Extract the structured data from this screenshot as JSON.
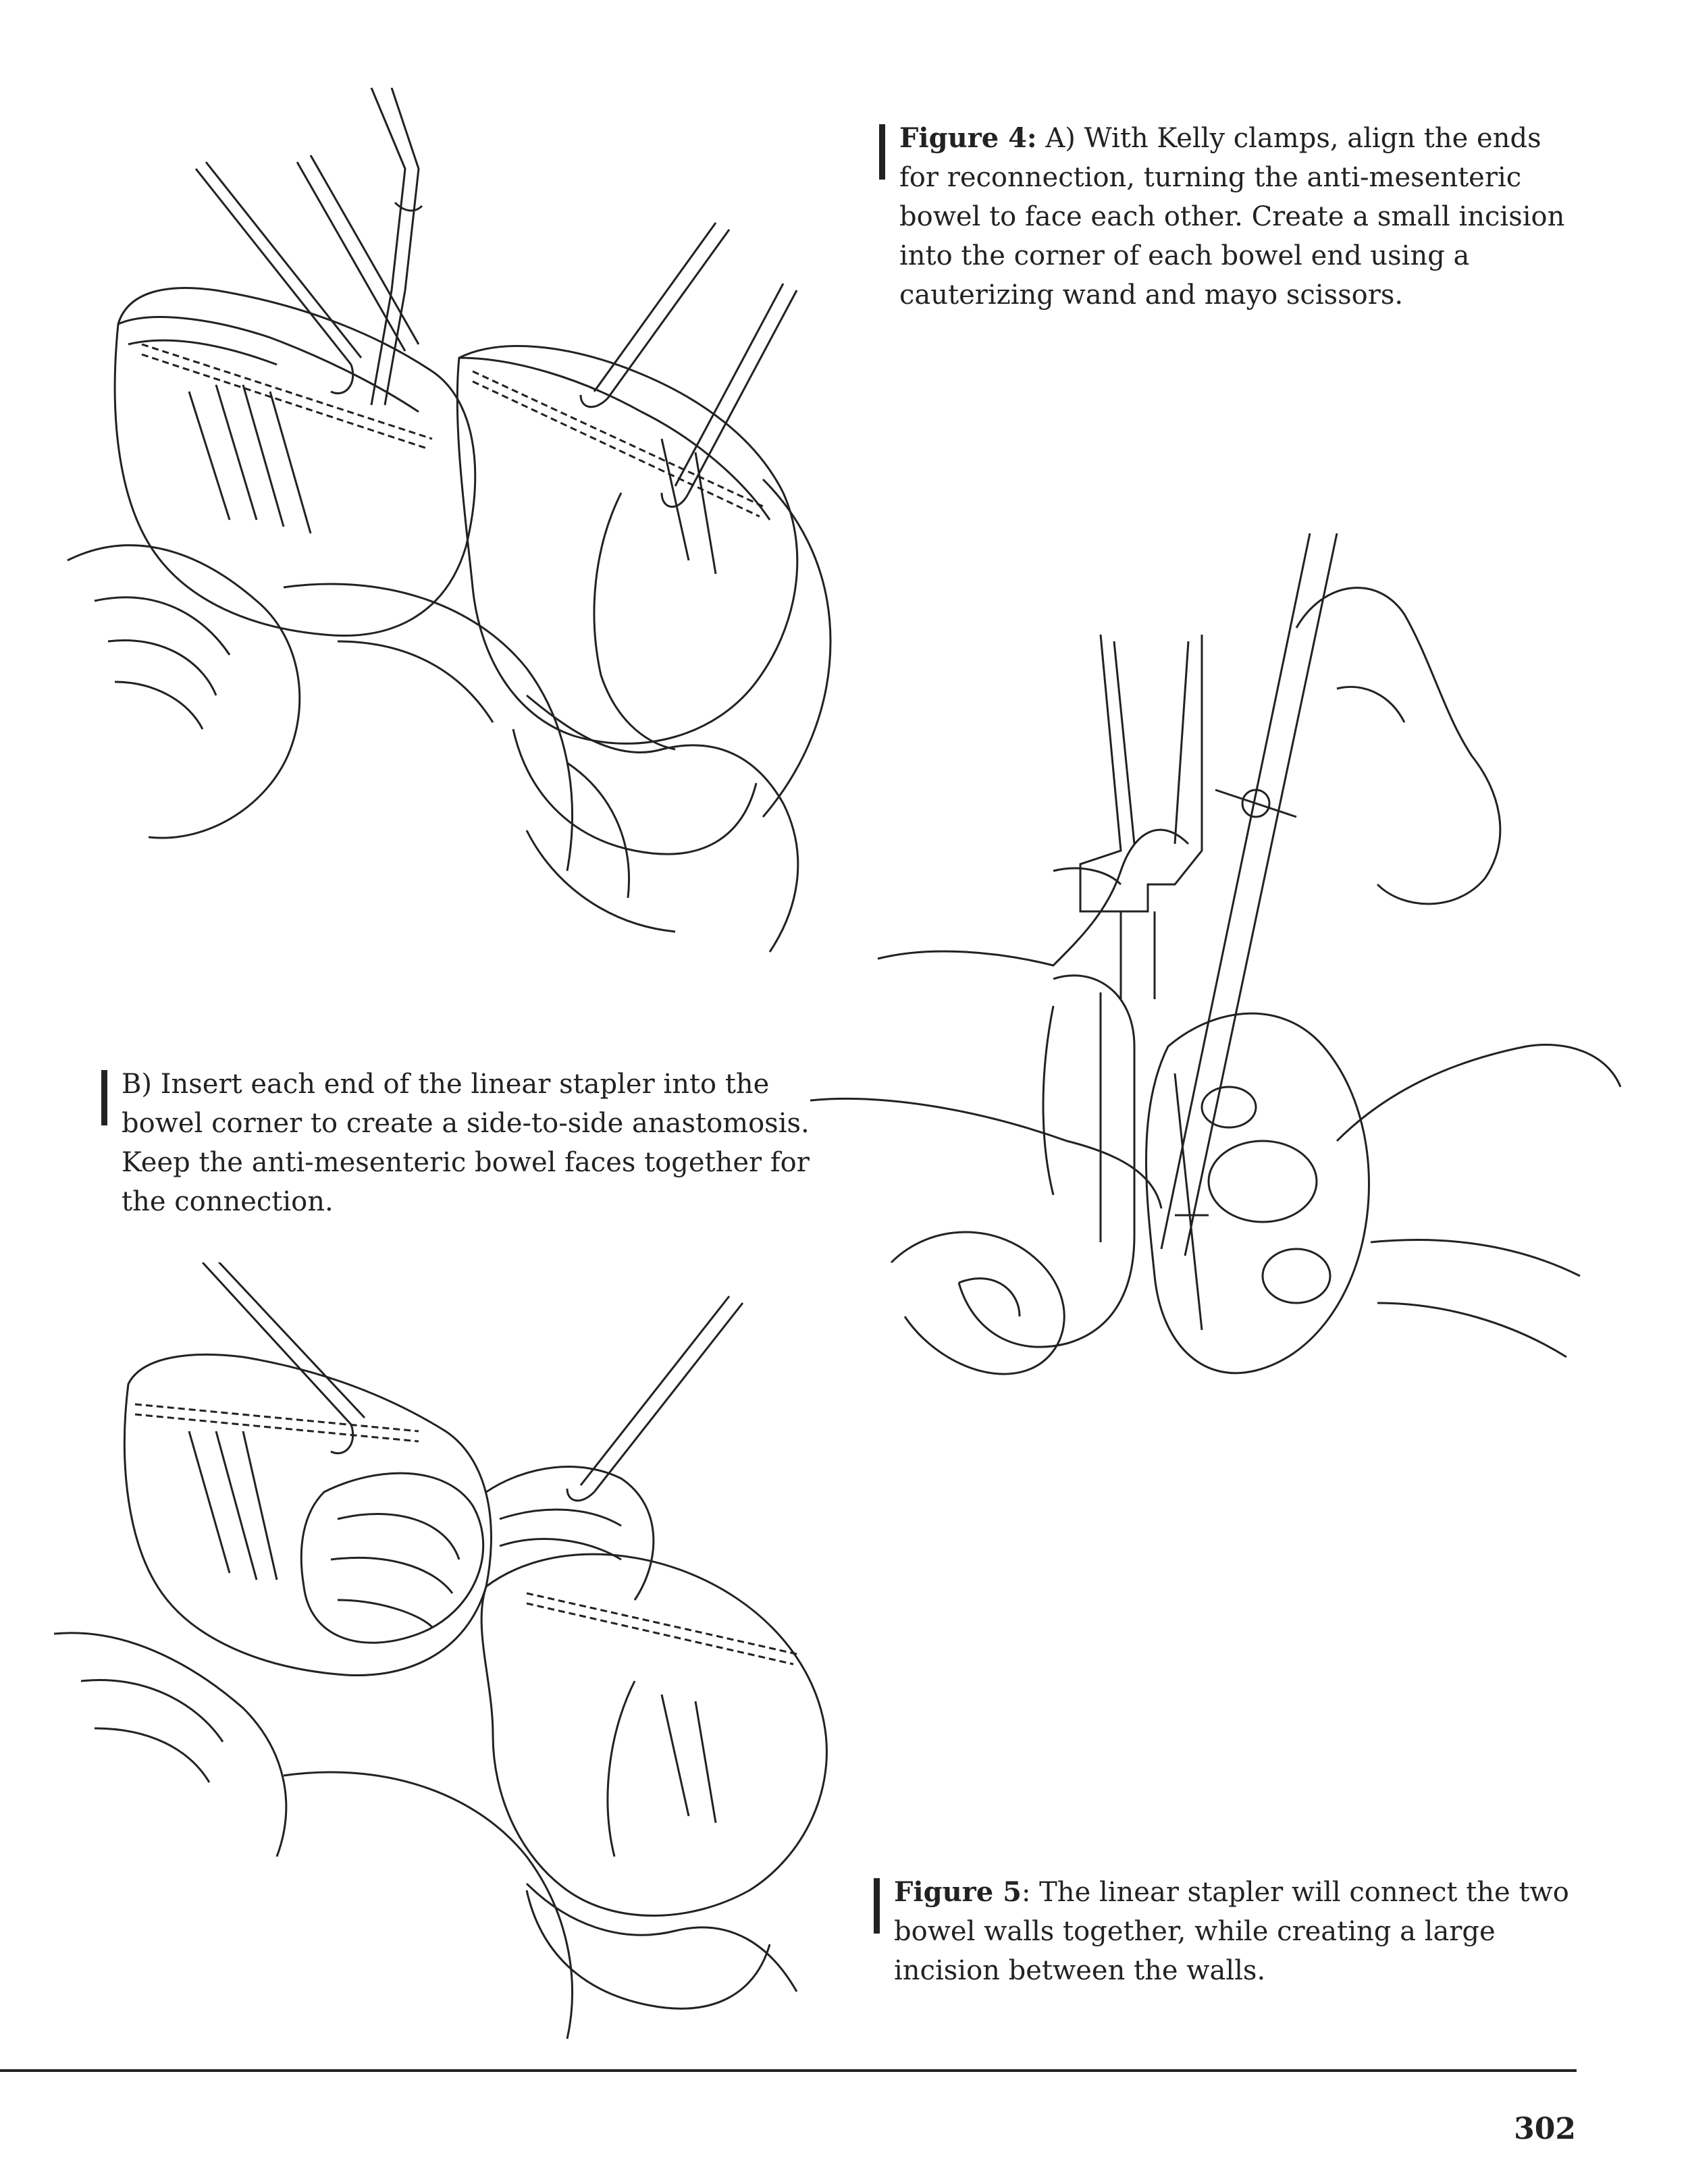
{
  "figure4": {
    "label": "Figure 4:",
    "lines": [
      " A) With Kelly clamps, align the ends",
      "for reconnection, turning the anti-mesenteric",
      "bowel to face each other. Create a small incision",
      "into the corner of each bowel end using a",
      "cauterizing wand and mayo scissors."
    ]
  },
  "figure4b": {
    "lines": [
      "B) Insert each end of the linear stapler into the",
      "bowel corner to create a side-to-side anastomosis.",
      "Keep the anti-mesenteric bowel faces together for",
      "the connection."
    ]
  },
  "figure5": {
    "label": "Figure 5",
    "lines": [
      ": The linear stapler will connect the two",
      "bowel walls together, while creating a large",
      "incision between the walls."
    ]
  },
  "page_number": "302"
}
